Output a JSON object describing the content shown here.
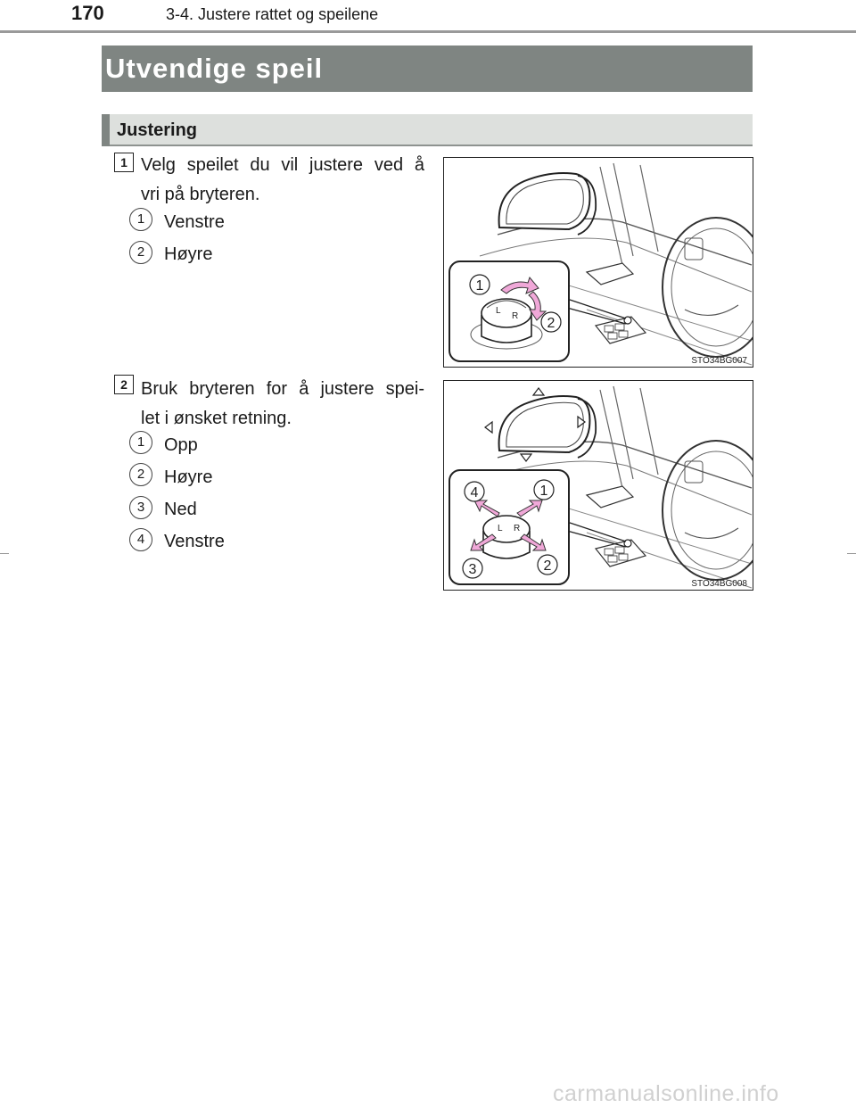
{
  "header": {
    "page_number": "170",
    "running_head": "3-4. Justere rattet og speilene"
  },
  "section": {
    "title": "Utvendige speil",
    "subsection_title": "Justering"
  },
  "steps": [
    {
      "number": "1",
      "text_line1": "Velg speilet du vil justere ved å",
      "text_line2": "vri på bryteren.",
      "items": [
        {
          "number": "1",
          "label": "Venstre"
        },
        {
          "number": "2",
          "label": "Høyre"
        }
      ],
      "figure": {
        "code": "STO34BG007",
        "callouts": [
          "1",
          "2"
        ],
        "dial_letters": [
          "L",
          "R"
        ]
      }
    },
    {
      "number": "2",
      "text_line1": "Bruk bryteren for å justere spei-",
      "text_line2": "let i ønsket retning.",
      "items": [
        {
          "number": "1",
          "label": "Opp"
        },
        {
          "number": "2",
          "label": "Høyre"
        },
        {
          "number": "3",
          "label": "Ned"
        },
        {
          "number": "4",
          "label": "Venstre"
        }
      ],
      "figure": {
        "code": "STO34BG008",
        "callouts": [
          "4",
          "1",
          "3",
          "2"
        ],
        "dial_letters": [
          "L",
          "R"
        ]
      }
    }
  ],
  "watermark": "carmanualsonline.info",
  "colors": {
    "banner": "#7f8582",
    "sub_banner": "#dde0dd",
    "arrow_pink": "#f0a8d8"
  }
}
